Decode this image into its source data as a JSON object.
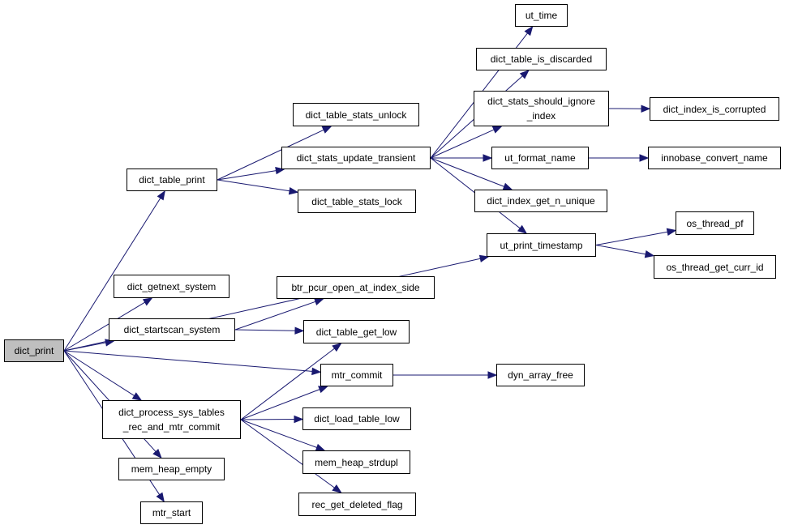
{
  "colors": {
    "edge": "#191970",
    "root_fill": "#bfbfbf",
    "node_fill": "#ffffff",
    "border": "#000000"
  },
  "nodes": {
    "dict_print": "dict_print",
    "dict_table_print": "dict_table_print",
    "dict_getnext_system": "dict_getnext_system",
    "dict_startscan_system": "dict_startscan_system",
    "dict_process_sys_tables_rec_and_mtr_commit": "dict_process_sys_tables\n_rec_and_mtr_commit",
    "mem_heap_empty": "mem_heap_empty",
    "mtr_start": "mtr_start",
    "dict_table_stats_unlock": "dict_table_stats_unlock",
    "dict_stats_update_transient": "dict_stats_update_transient",
    "dict_table_stats_lock": "dict_table_stats_lock",
    "btr_pcur_open_at_index_side": "btr_pcur_open_at_index_side",
    "dict_table_get_low": "dict_table_get_low",
    "mtr_commit": "mtr_commit",
    "dict_load_table_low": "dict_load_table_low",
    "mem_heap_strdupl": "mem_heap_strdupl",
    "rec_get_deleted_flag": "rec_get_deleted_flag",
    "ut_time": "ut_time",
    "dict_table_is_discarded": "dict_table_is_discarded",
    "dict_stats_should_ignore_index": "dict_stats_should_ignore\n_index",
    "ut_format_name": "ut_format_name",
    "dict_index_get_n_unique": "dict_index_get_n_unique",
    "ut_print_timestamp": "ut_print_timestamp",
    "dyn_array_free": "dyn_array_free",
    "dict_index_is_corrupted": "dict_index_is_corrupted",
    "innobase_convert_name": "innobase_convert_name",
    "os_thread_pf": "os_thread_pf",
    "os_thread_get_curr_id": "os_thread_get_curr_id"
  },
  "edges": [
    [
      "dict_print",
      "dict_table_print"
    ],
    [
      "dict_print",
      "ut_print_timestamp"
    ],
    [
      "dict_print",
      "dict_getnext_system"
    ],
    [
      "dict_print",
      "dict_startscan_system"
    ],
    [
      "dict_print",
      "mtr_commit"
    ],
    [
      "dict_print",
      "dict_process_sys_tables_rec_and_mtr_commit"
    ],
    [
      "dict_print",
      "mem_heap_empty"
    ],
    [
      "dict_print",
      "mtr_start"
    ],
    [
      "dict_table_print",
      "dict_table_stats_unlock"
    ],
    [
      "dict_table_print",
      "dict_stats_update_transient"
    ],
    [
      "dict_table_print",
      "dict_table_stats_lock"
    ],
    [
      "dict_stats_update_transient",
      "ut_time"
    ],
    [
      "dict_stats_update_transient",
      "dict_table_is_discarded"
    ],
    [
      "dict_stats_update_transient",
      "dict_stats_should_ignore_index"
    ],
    [
      "dict_stats_update_transient",
      "ut_format_name"
    ],
    [
      "dict_stats_update_transient",
      "dict_index_get_n_unique"
    ],
    [
      "dict_stats_update_transient",
      "ut_print_timestamp"
    ],
    [
      "dict_stats_should_ignore_index",
      "dict_index_is_corrupted"
    ],
    [
      "ut_format_name",
      "innobase_convert_name"
    ],
    [
      "ut_print_timestamp",
      "os_thread_pf"
    ],
    [
      "ut_print_timestamp",
      "os_thread_get_curr_id"
    ],
    [
      "dict_startscan_system",
      "btr_pcur_open_at_index_side"
    ],
    [
      "dict_startscan_system",
      "dict_table_get_low"
    ],
    [
      "dict_process_sys_tables_rec_and_mtr_commit",
      "dict_table_get_low"
    ],
    [
      "dict_process_sys_tables_rec_and_mtr_commit",
      "mtr_commit"
    ],
    [
      "dict_process_sys_tables_rec_and_mtr_commit",
      "dict_load_table_low"
    ],
    [
      "dict_process_sys_tables_rec_and_mtr_commit",
      "mem_heap_strdupl"
    ],
    [
      "dict_process_sys_tables_rec_and_mtr_commit",
      "rec_get_deleted_flag"
    ],
    [
      "mtr_commit",
      "dyn_array_free"
    ]
  ]
}
